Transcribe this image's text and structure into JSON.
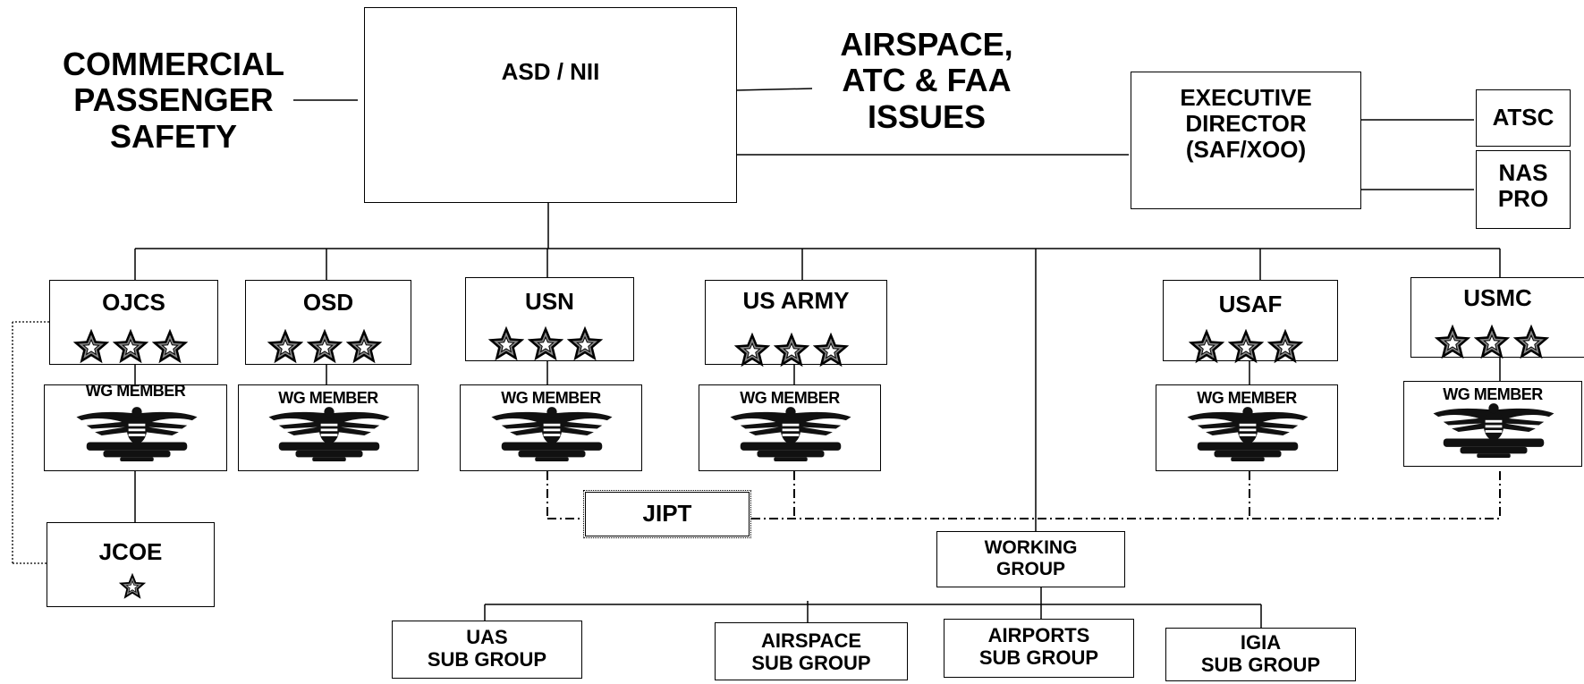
{
  "top": {
    "center_label": "ASD / NII",
    "left_label": "COMMERCIAL\nPASSENGER\nSAFETY",
    "right_label": "AIRSPACE,\nATC & FAA\nISSUES"
  },
  "executive": {
    "label": "EXECUTIVE\nDIRECTOR\n(SAF/XOO)",
    "atsc": "ATSC",
    "naspro": "NAS\nPRO"
  },
  "components": [
    {
      "name": "OJCS",
      "wg": "WG MEMBER",
      "stars": 3
    },
    {
      "name": "OSD",
      "wg": "WG MEMBER",
      "stars": 3
    },
    {
      "name": "USN",
      "wg": "WG MEMBER",
      "stars": 3
    },
    {
      "name": "US ARMY",
      "wg": "WG MEMBER",
      "stars": 3
    },
    {
      "name": "USAF",
      "wg": "WG MEMBER",
      "stars": 3
    },
    {
      "name": "USMC",
      "wg": "WG MEMBER",
      "stars": 3
    }
  ],
  "jcoe": {
    "label": "JCOE",
    "stars": 1
  },
  "jipt": {
    "label": "JIPT"
  },
  "working_group": {
    "label": "WORKING\nGROUP"
  },
  "sub_groups": [
    {
      "label": "UAS\nSUB GROUP"
    },
    {
      "label": "AIRSPACE\nSUB GROUP"
    },
    {
      "label": "AIRPORTS\nSUB GROUP"
    },
    {
      "label": "IGIA\nSUB  GROUP"
    }
  ]
}
